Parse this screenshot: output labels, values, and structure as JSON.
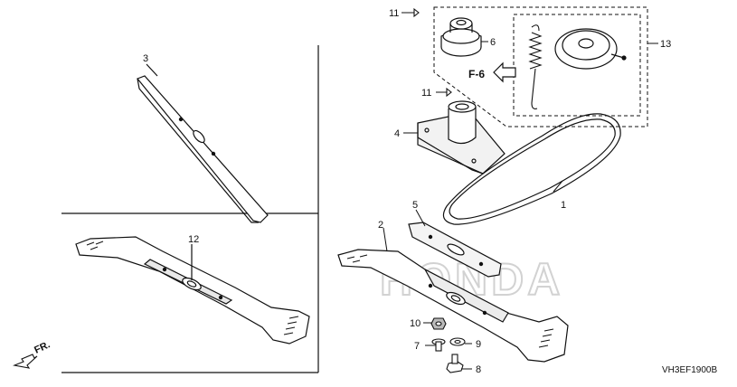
{
  "diagram": {
    "callouts": {
      "belt": "1",
      "blade_lower": "2",
      "blade_left": "3",
      "pulley_housing": "4",
      "stiffener": "5",
      "pulley": "6",
      "bolt_small": "7",
      "bolt_large": "8",
      "washer": "9",
      "nut": "10",
      "clip_top": "11",
      "clip_mid": "11",
      "blade_mid": "12",
      "tensioner_kit": "13"
    },
    "figure_ref": "F-6",
    "direction_label": "FR.",
    "diagram_code": "VH3EF1900B",
    "watermark": "HONDA"
  }
}
